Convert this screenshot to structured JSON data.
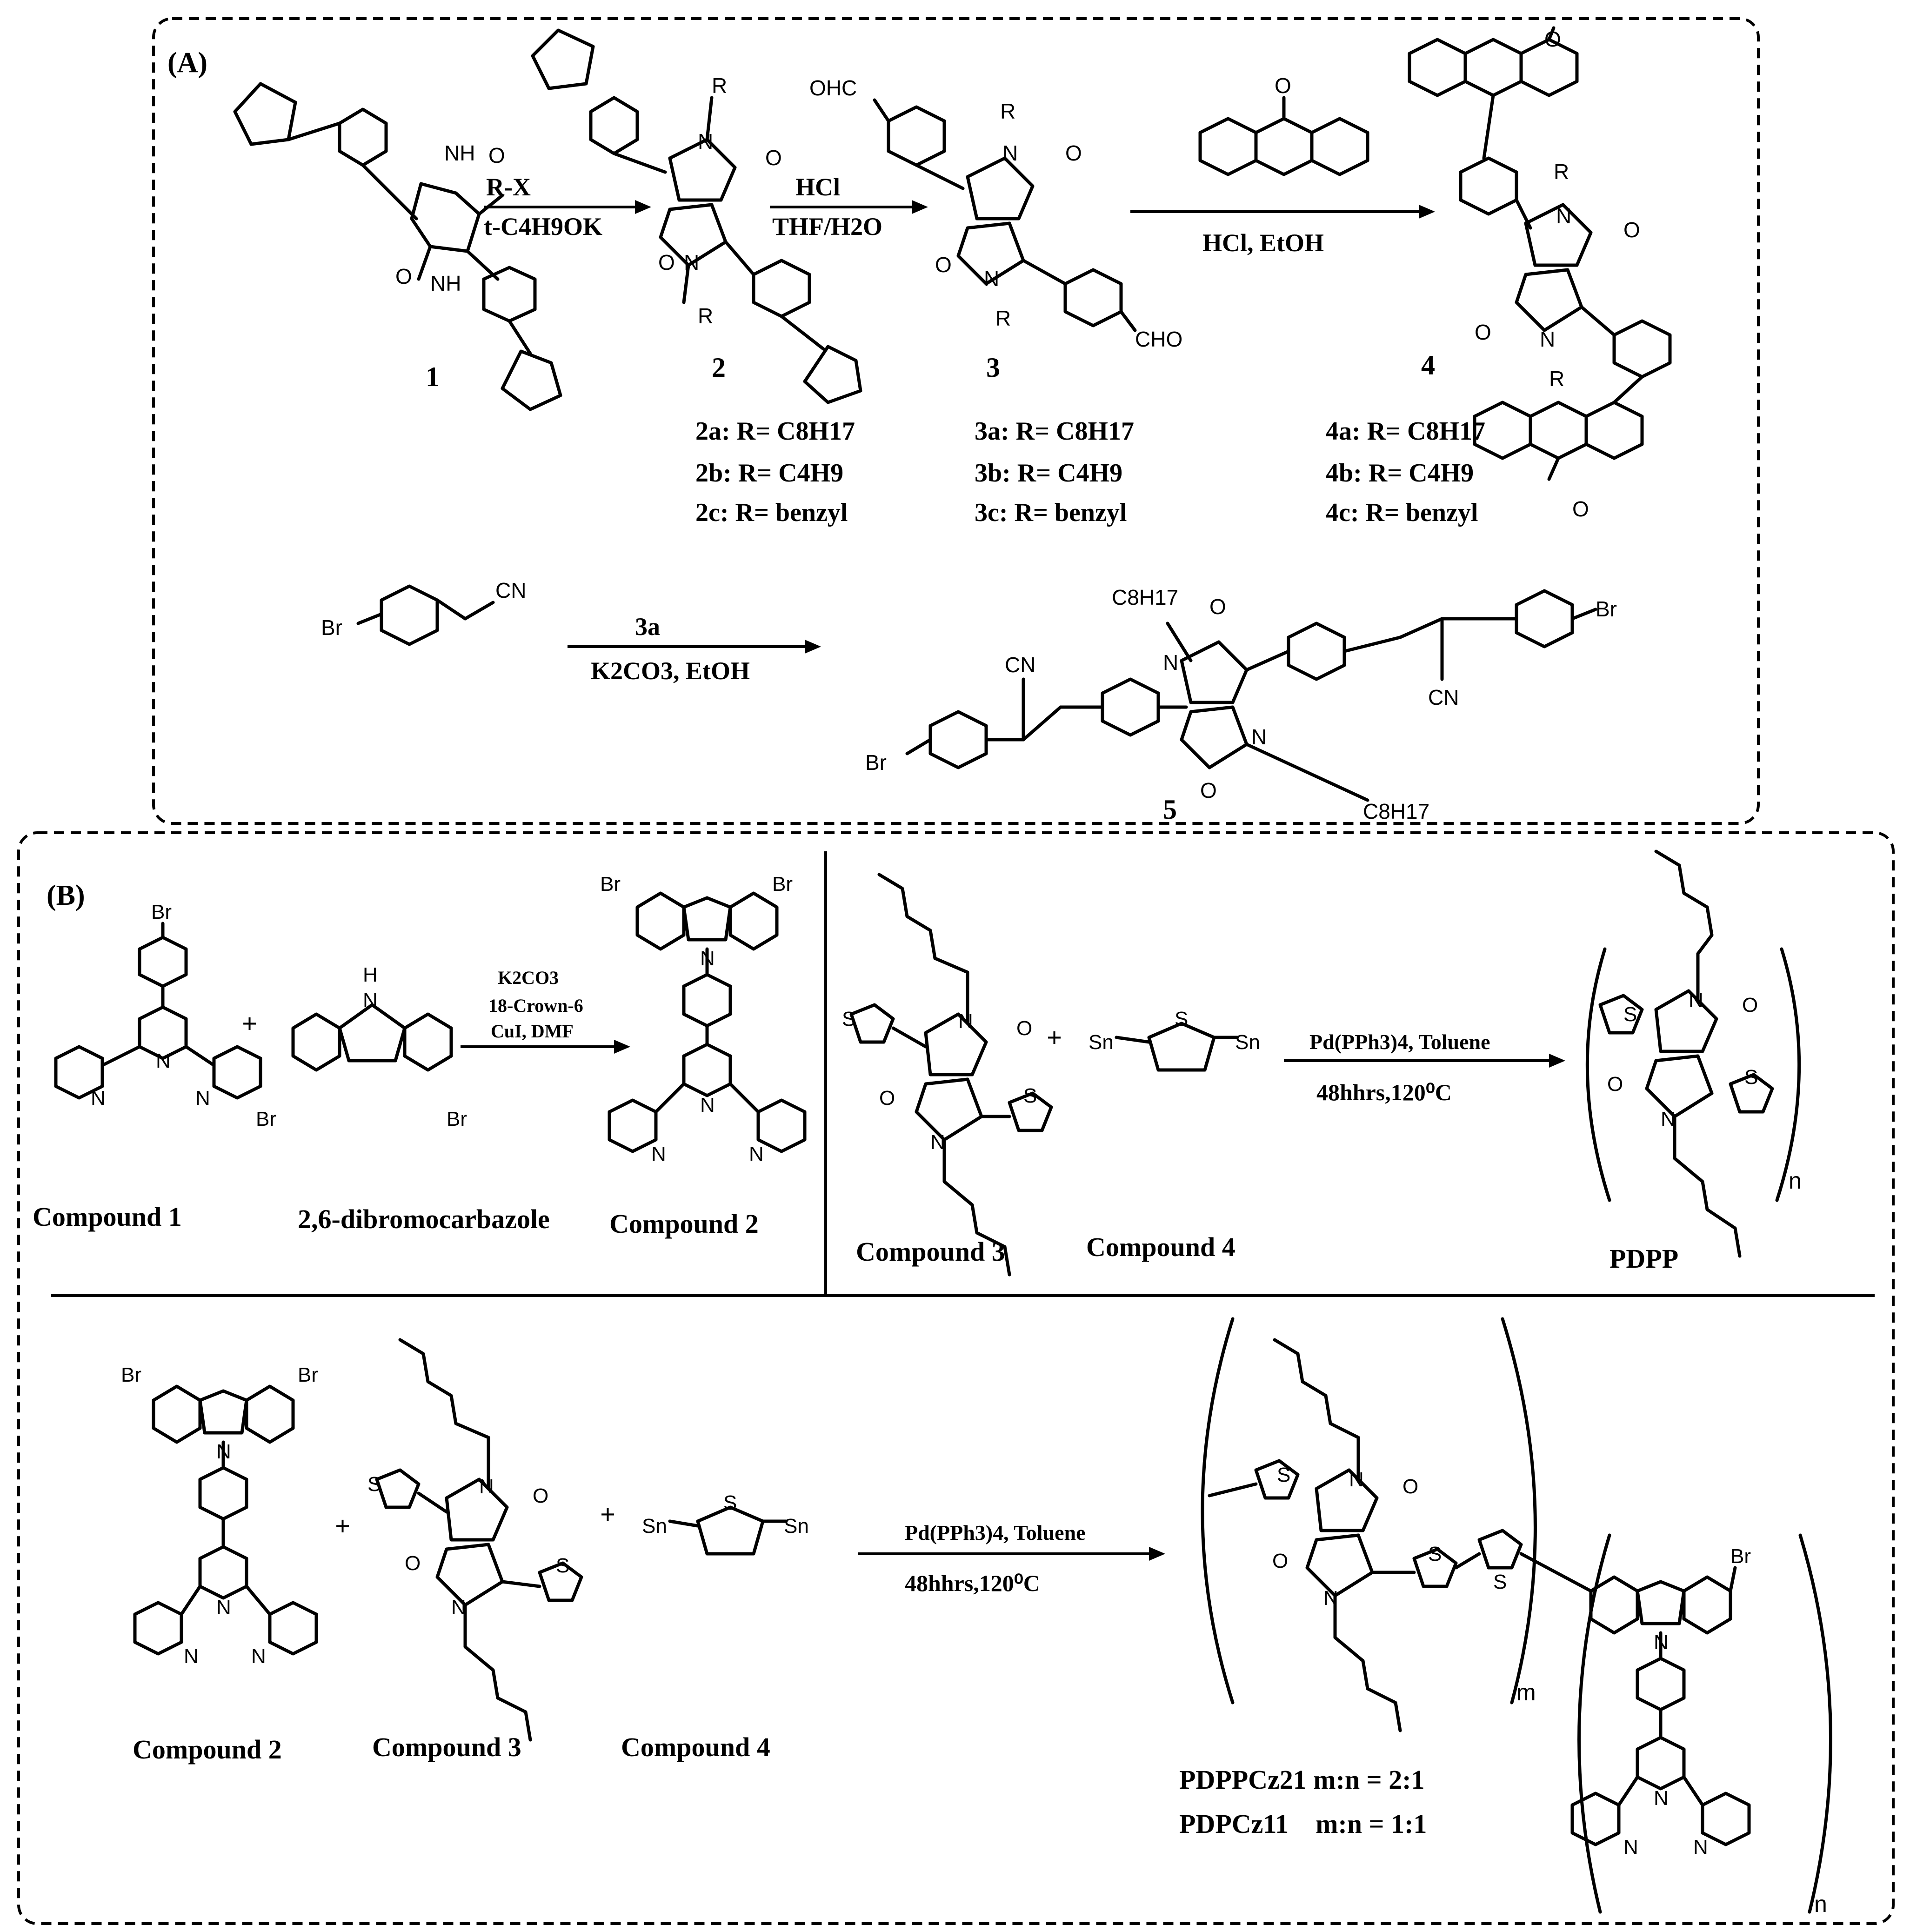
{
  "panel_a": {
    "label": "(A)",
    "compound_numbers": [
      "1",
      "2",
      "3",
      "4",
      "5"
    ],
    "step1": {
      "reagent_top": "R-X",
      "reagent_bottom": "t-C4H9OK"
    },
    "step2": {
      "reagent_top": "HCl",
      "reagent_bottom": "THF/H2O"
    },
    "step3": {
      "reagent_bottom": "HCl, EtOH"
    },
    "step4": {
      "reagent_top": "3a",
      "reagent_bottom": "K2CO3, EtOH"
    },
    "variants_2": [
      "2a: R= C8H17",
      "2b: R= C4H9",
      "2c: R= benzyl"
    ],
    "variants_3": [
      "3a: R= C8H17",
      "3b: R= C4H9",
      "3c: R= benzyl"
    ],
    "variants_4": [
      "4a: R= C8H17",
      "4b: R= C4H9",
      "4c: R= benzyl"
    ],
    "atoms": {
      "nh": "NH",
      "n": "N",
      "r": "R",
      "o": "O",
      "ohc": "OHC",
      "cho": "CHO",
      "br": "Br",
      "cn": "CN",
      "c8h17": "C8H17"
    }
  },
  "panel_b": {
    "label": "(B)",
    "row1": {
      "compound1": "Compound 1",
      "dibromocarbazole": "2,6-dibromocarbazole",
      "compound2": "Compound 2",
      "reagents": [
        "K2CO3",
        "18-Crown-6",
        "CuI, DMF"
      ],
      "plus": "+",
      "compound3": "Compound 3",
      "compound4": "Compound 4",
      "pd_reagent": "Pd(PPh3)4, Toluene",
      "conditions": "48hhrs,120⁰C",
      "polymer": "PDPP",
      "repeat": "n"
    },
    "row2": {
      "compound2": "Compound 2",
      "compound3": "Compound 3",
      "compound4": "Compound 4",
      "plus": "+",
      "pd_reagent": "Pd(PPh3)4, Toluene",
      "conditions": "48hhrs,120⁰C",
      "polymer_line1": "PDPPCz21 m:n = 2:1",
      "polymer_line2": "PDPCz11    m:n = 1:1",
      "repeat_m": "m",
      "repeat_n": "n"
    },
    "atoms": {
      "br": "Br",
      "n": "N",
      "h": "H",
      "s": "S",
      "sn": "Sn",
      "o": "O"
    }
  }
}
